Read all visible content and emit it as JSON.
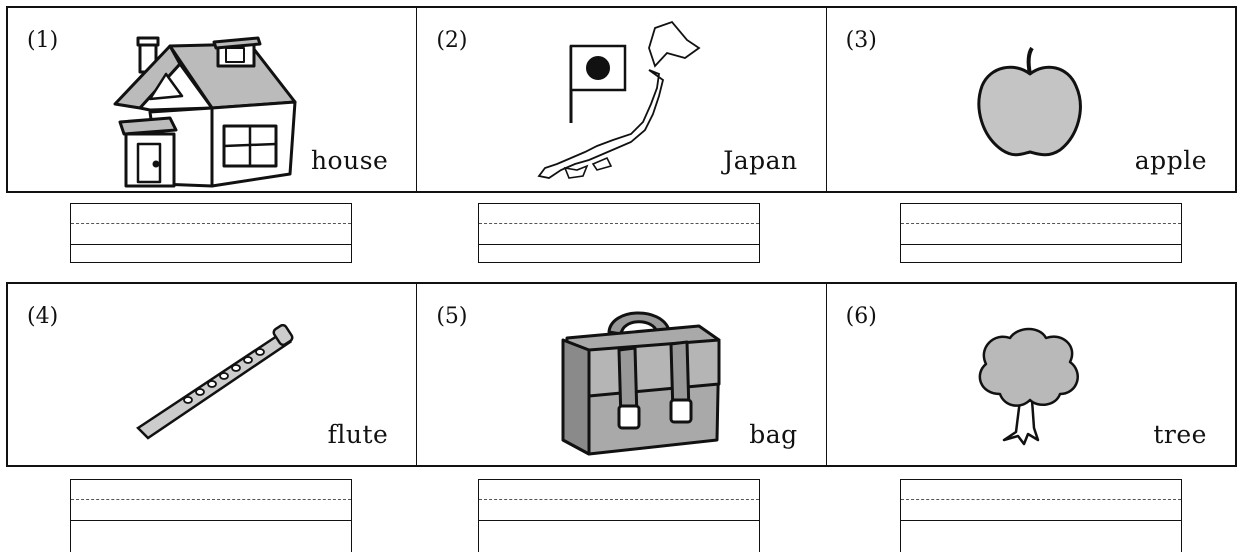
{
  "items": [
    {
      "num": "(1)",
      "word": "house",
      "icon": "house-icon"
    },
    {
      "num": "(2)",
      "word": "Japan",
      "icon": "japan-flag-map-icon"
    },
    {
      "num": "(3)",
      "word": "apple",
      "icon": "apple-icon"
    },
    {
      "num": "(4)",
      "word": "flute",
      "icon": "flute-icon"
    },
    {
      "num": "(5)",
      "word": "bag",
      "icon": "bag-icon"
    },
    {
      "num": "(6)",
      "word": "tree",
      "icon": "tree-icon"
    }
  ],
  "colors": {
    "ink": "#111111",
    "shade": "#b9b9b9",
    "flag_red": "#111111"
  }
}
